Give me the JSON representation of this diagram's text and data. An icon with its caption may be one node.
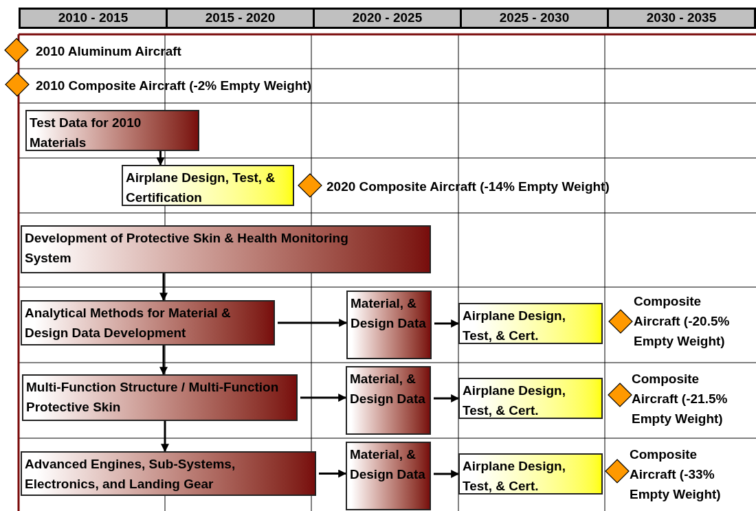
{
  "diagram": {
    "nodes": [
      {
        "text": [],
        "shape": "diamond",
        "beside": [
          "2010 Aluminum Aircraft"
        ]
      },
      {
        "text": [],
        "shape": "diamond",
        "beside": [
          "2010 Composite Aircraft (-2% Empty Weight)"
        ]
      },
      {
        "text": [
          "Test Data for 2010 Materials"
        ]
      },
      {
        "text": [
          "Airplane Design, Test, & Certification"
        ]
      },
      {
        "text": [],
        "shape": "diamond",
        "beside": [
          "2020 Composite Aircraft (-14% Empty Weight)"
        ]
      },
      {
        "text": [
          "Development of Protective Skin & Health Monitoring System"
        ]
      },
      {
        "text": [
          "Analytical Methods for Material & Design Data Development"
        ]
      },
      {
        "text": [
          "Material, & Design Data"
        ]
      },
      {
        "text": [
          "Airplane Design, Test, & Cert."
        ]
      },
      {
        "text": [],
        "shape": "diamond",
        "beside": [
          "Composite Aircraft (-20.5% Empty Weight)"
        ]
      },
      {
        "text": [
          "Multi-Function Structure / Multi-Function Protective Skin"
        ]
      },
      {
        "text": [
          "Material, & Design Data"
        ]
      },
      {
        "text": [
          "Airplane Design, Test, & Cert."
        ]
      },
      {
        "text": [],
        "shape": "diamond",
        "beside": [
          "Composite Aircraft (-21.5% Empty Weight)"
        ]
      },
      {
        "text": [
          "Advanced Engines, Sub-Systems, Electronics, and Landing Gear"
        ]
      },
      {
        "text": [
          "Material, & Design Data"
        ]
      },
      {
        "text": [
          "Airplane Design, Test, & Cert."
        ]
      },
      {
        "text": [],
        "shape": "diamond",
        "beside": [
          "Composite Aircraft (-33% Empty Weight)"
        ]
      }
    ],
    "edges": [
      {
        "from": 2,
        "to": 3,
        "arrow": "to"
      },
      {
        "from": 5,
        "to": 6,
        "arrow": "to"
      },
      {
        "from": 6,
        "to": 10,
        "arrow": "to"
      },
      {
        "from": 10,
        "to": 14,
        "arrow": "to"
      },
      {
        "from": 6,
        "to": 7,
        "arrow": "to"
      },
      {
        "from": 7,
        "to": 8,
        "arrow": "to"
      },
      {
        "from": 10,
        "to": 11,
        "arrow": "to"
      },
      {
        "from": 11,
        "to": 12,
        "arrow": "to"
      },
      {
        "from": 14,
        "to": 15,
        "arrow": "to"
      },
      {
        "from": 15,
        "to": 16,
        "arrow": "to"
      }
    ],
    "labels": [
      "2010 - 2015",
      "2015 - 2020",
      "2020 - 2025",
      "2025 - 2030",
      "2030 - 2035"
    ]
  }
}
